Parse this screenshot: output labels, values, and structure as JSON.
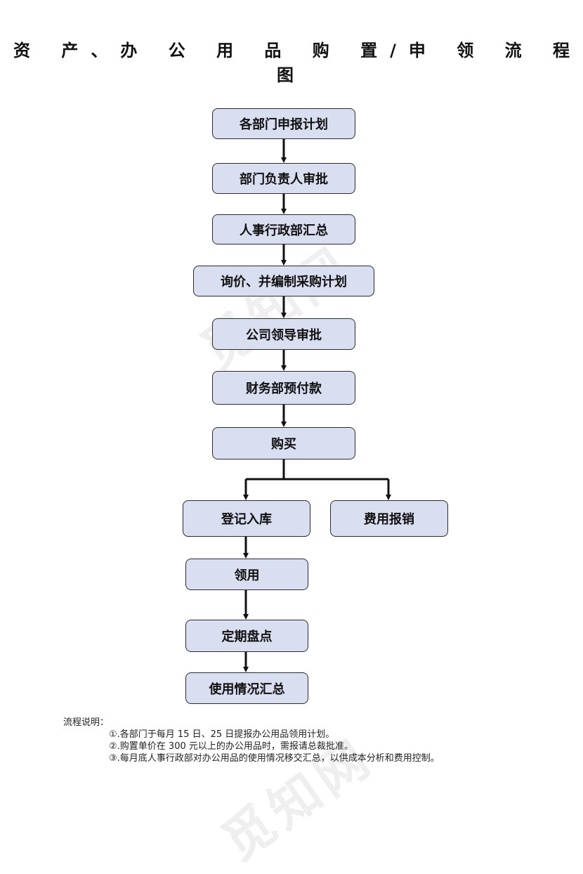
{
  "watermark": "觅知网",
  "title": "资 产、办 公 用 品 购 置/申 领 流 程 图",
  "colors": {
    "node_fill": "#d9def0",
    "node_border": "#2b2b2b",
    "arrow": "#111111"
  },
  "nodes": {
    "n1": "各部门申报计划",
    "n2": "部门负责人审批",
    "n3": "人事行政部汇总",
    "n4": "询价、并编制采购计划",
    "n5": "公司领导审批",
    "n6": "财务部预付款",
    "n7": "购买",
    "n8": "登记入库",
    "n9": "费用报销",
    "n10": "领用",
    "n11": "定期盘点",
    "n12": "使用情况汇总"
  },
  "notes": {
    "title": "流程说明：",
    "items": [
      "①.各部门于每月 15 日、25 日提报办公用品领用计划。",
      "②.购置单价在 300 元以上的办公用品时，需报请总裁批准。",
      "③.每月底人事行政部对办公用品的使用情况移交汇总，以供成本分析和费用控制。"
    ]
  }
}
